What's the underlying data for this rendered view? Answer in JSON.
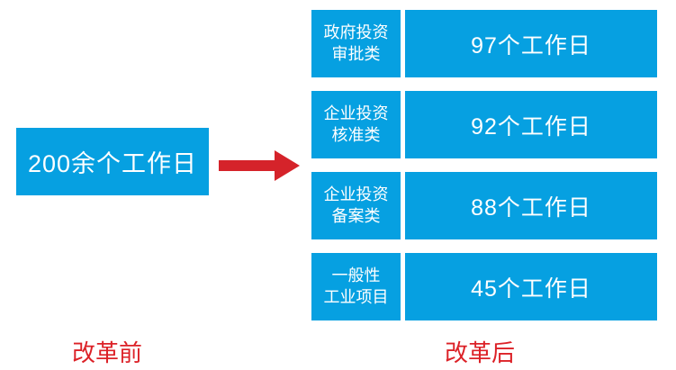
{
  "colors": {
    "box_blue": "#06a0e1",
    "arrow_red": "#d5232a",
    "caption_red": "#dc2127",
    "box_text_white": "#ffffff"
  },
  "before": {
    "box_label": "200余个工作日",
    "caption": "改革前"
  },
  "after": {
    "caption": "改革后",
    "rows": [
      {
        "category": "政府投资\n审批类",
        "value": "97个工作日"
      },
      {
        "category": "企业投资\n核准类",
        "value": "92个工作日"
      },
      {
        "category": "企业投资\n备案类",
        "value": "88个工作日"
      },
      {
        "category": "一般性\n工业项目",
        "value": "45个工作日"
      }
    ]
  },
  "icons": {
    "arrow": "right-arrow-icon"
  }
}
